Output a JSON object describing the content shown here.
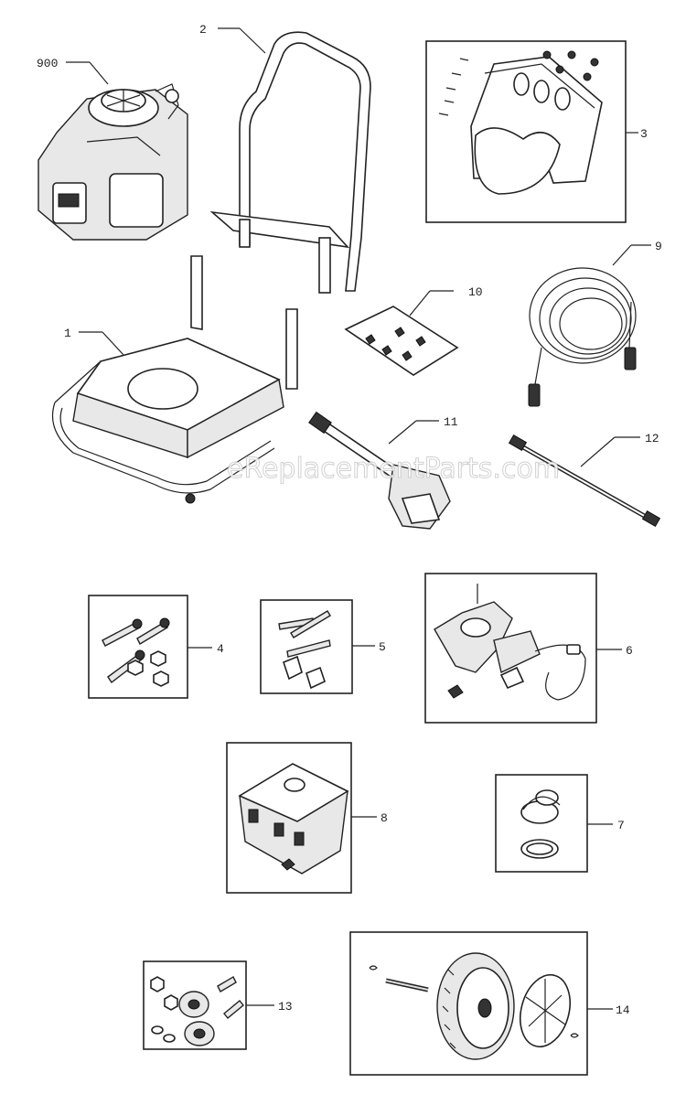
{
  "watermark": "eReplacementParts.com",
  "callouts": {
    "p900": "900",
    "p1": "1",
    "p2": "2",
    "p3": "3",
    "p4": "4",
    "p5": "5",
    "p6": "6",
    "p7": "7",
    "p8": "8",
    "p9": "9",
    "p10": "10",
    "p11": "11",
    "p12": "12",
    "p13": "13",
    "p14": "14"
  }
}
